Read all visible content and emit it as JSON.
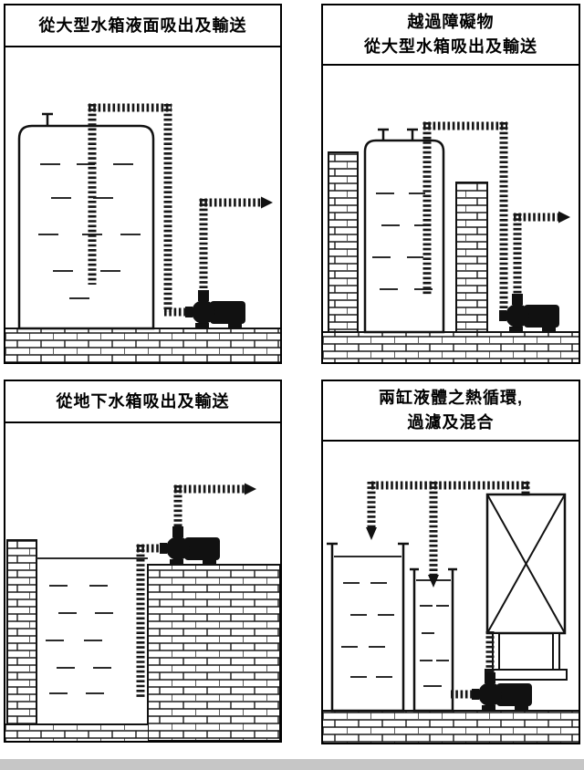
{
  "page": {
    "background": "#ffffff",
    "footer_bar_color": "#c6c6c6"
  },
  "colors": {
    "line": "#111111",
    "pipe": "#161616",
    "pump": "#111111",
    "brick_mortar": "#1a1a1a",
    "brick_fill": "#ffffff"
  },
  "panels": [
    {
      "id": "panel-1",
      "title_lines": [
        "從大型水箱液面吸出及輸送"
      ]
    },
    {
      "id": "panel-2",
      "title_lines": [
        "越過障礙物",
        "從大型水箱吸出及輸送"
      ]
    },
    {
      "id": "panel-3",
      "title_lines": [
        "從地下水箱吸出及輸送"
      ]
    },
    {
      "id": "panel-4",
      "title_lines": [
        "兩缸液體之熱循環,",
        "過濾及混合"
      ]
    }
  ]
}
